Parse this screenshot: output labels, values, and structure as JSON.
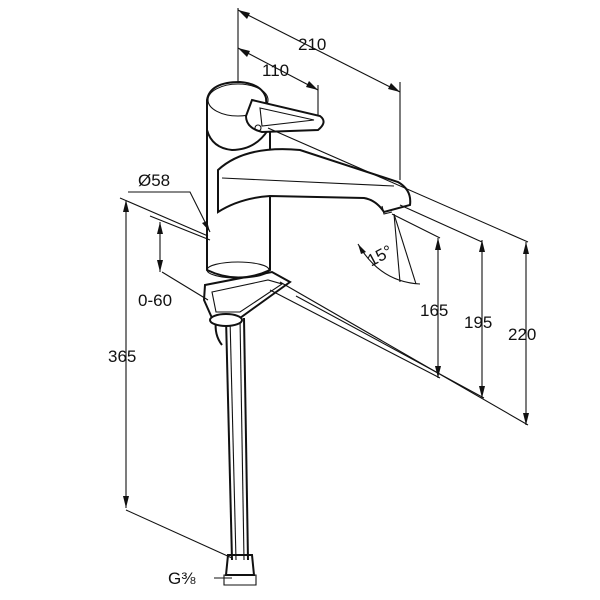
{
  "dimensions": {
    "d210": "210",
    "d110": "110",
    "diameter": "Ø58",
    "angle": "15°",
    "range": "0-60",
    "height_total": "365",
    "d165": "165",
    "d195": "195",
    "d220": "220",
    "thread": "G⅜"
  }
}
